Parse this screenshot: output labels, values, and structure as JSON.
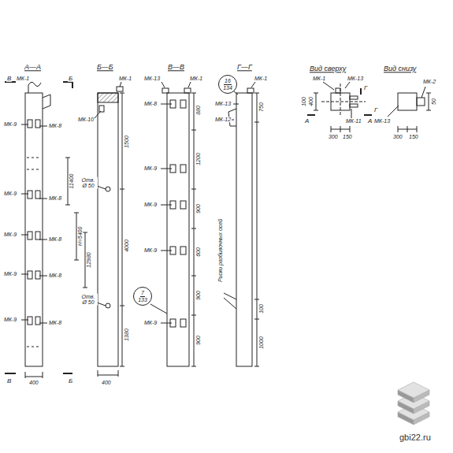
{
  "diagram": {
    "nodes": [
      {
        "text": [
          "7",
          "133"
        ]
      },
      {
        "text": [
          "16",
          "134"
        ]
      }
    ],
    "labels": [
      "А—А",
      "В",
      "МК-1",
      "Б",
      "МК-9",
      "МК-8",
      "МК-9",
      "МК-8",
      "МК-9",
      "МК-8",
      "МК-9",
      "МК-8",
      "МК-9",
      "МК-8",
      "11400",
      "Н=5400",
      "12980",
      "В",
      "400",
      "Б",
      "Б—Б",
      "МК-1",
      "МК-10",
      "Отв. Ø 50",
      "1500",
      "4000",
      "Отв. Ø 50",
      "1380",
      "400",
      "В—В",
      "МК-13",
      "МК-1",
      "МК-8",
      "МК-9",
      "МК-9",
      "МК-9",
      "МК-9",
      "880",
      "1200",
      "900",
      "600",
      "900",
      "900",
      "Г—Г",
      "МК-1",
      "МК-13",
      "МК-12",
      "750",
      "Риски разбивочных осей",
      "100",
      "1000",
      "Вид сверху",
      "МК-1",
      "МК-13",
      "МК-11",
      "А",
      "А",
      "Г",
      "Г",
      "400",
      "100",
      "300",
      "150",
      "Вид снизу",
      "МК-2",
      "МК-13",
      "50",
      "300",
      "150",
      "gbi22.ru"
    ]
  }
}
